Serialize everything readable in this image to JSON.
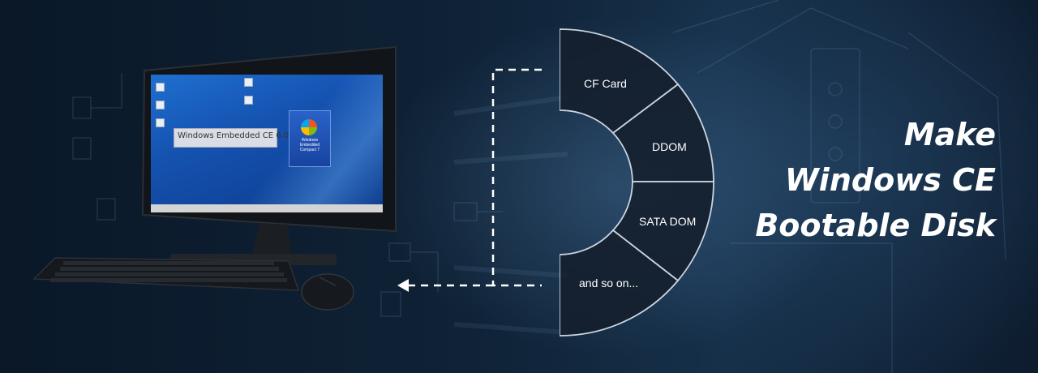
{
  "headline": {
    "line1": "Make",
    "line2": "Windows CE",
    "line3": "Bootable Disk"
  },
  "storage_types": [
    {
      "label": "CF Card"
    },
    {
      "label": "DDOM"
    },
    {
      "label": "SATA DOM"
    },
    {
      "label": "and so on..."
    }
  ],
  "screen": {
    "banner_text": "Windows Embedded CE 6.0",
    "box_text": "Windows Embedded Compact 7"
  },
  "colors": {
    "background": "#0b1a2c",
    "segment_fill": "#141f2c",
    "segment_stroke": "#c9d4df",
    "text": "#ffffff"
  },
  "icons": [
    "desktop-computer-icon",
    "keyboard-icon",
    "mouse-icon",
    "dashed-arrow-icon"
  ]
}
